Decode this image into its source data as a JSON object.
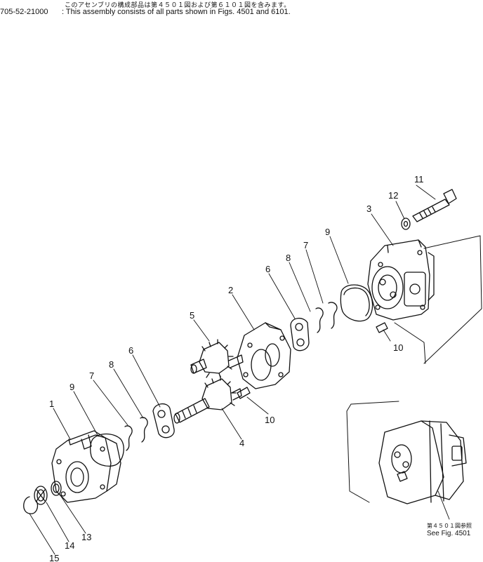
{
  "header": {
    "japanese_note": "このアセンブリの構成部品は第４５０１図および第６１０１図を含みます。",
    "part_number": "705-52-21000",
    "english_note": ": This assembly consists of all parts shown in Figs. 4501 and 6101."
  },
  "callouts": [
    {
      "id": "c1",
      "label": "1"
    },
    {
      "id": "c2",
      "label": "2"
    },
    {
      "id": "c3",
      "label": "3"
    },
    {
      "id": "c4",
      "label": "4"
    },
    {
      "id": "c5",
      "label": "5"
    },
    {
      "id": "c6a",
      "label": "6"
    },
    {
      "id": "c6b",
      "label": "6"
    },
    {
      "id": "c7a",
      "label": "7"
    },
    {
      "id": "c7b",
      "label": "7"
    },
    {
      "id": "c8a",
      "label": "8"
    },
    {
      "id": "c8b",
      "label": "8"
    },
    {
      "id": "c9a",
      "label": "9"
    },
    {
      "id": "c9b",
      "label": "9"
    },
    {
      "id": "c10a",
      "label": "10"
    },
    {
      "id": "c10b",
      "label": "10"
    },
    {
      "id": "c11",
      "label": "11"
    },
    {
      "id": "c12",
      "label": "12"
    },
    {
      "id": "c13",
      "label": "13"
    },
    {
      "id": "c14",
      "label": "14"
    },
    {
      "id": "c15",
      "label": "15"
    }
  ],
  "reference": {
    "japanese": "第４５０１図参照",
    "english": "See Fig. 4501"
  }
}
